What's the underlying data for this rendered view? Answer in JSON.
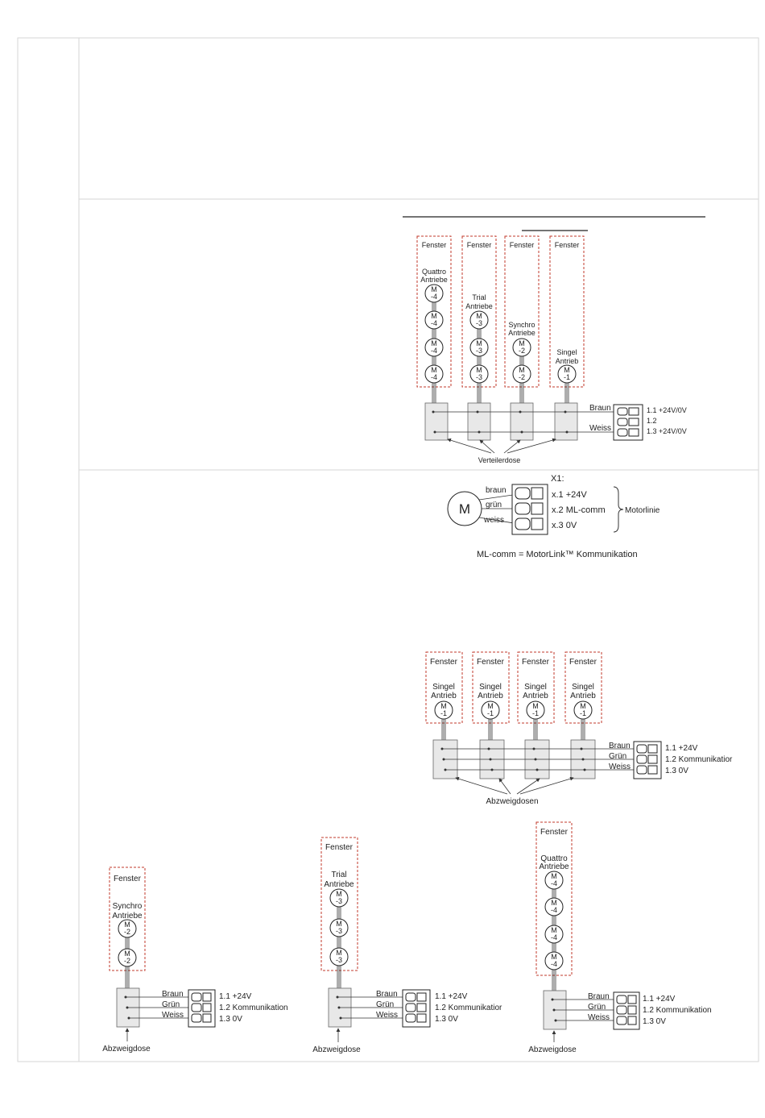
{
  "labels": {
    "fenster": "Fenster",
    "m": "M",
    "m4": "-4",
    "m3": "-3",
    "m2": "-2",
    "m1": "-1",
    "quattro1": "Quattro",
    "trial1": "Trial",
    "synchro1": "Synchro",
    "singel1": "Singel",
    "antriebe": "Antriebe",
    "antrieb": "Antrieb",
    "braun": "Braun",
    "gruen": "Grün",
    "weiss": "Weiss",
    "verteilerdose": "Verteilerdose",
    "abzweigdosen": "Abzweigdosen",
    "abzweigdose": "Abzweigdose",
    "t11_24v0v": "1.1  +24V/0V",
    "t12": "1.2",
    "t13_24v0v": "1.3  +24V/0V",
    "t11_24v": "1.1  +24V",
    "t12_komm": "1.2  Kommunikation",
    "t12_kommcut": "1.2  Kommunikatior",
    "t13_0v": "1.3  0V"
  },
  "connector": {
    "title": "X1:",
    "motor_label": "M",
    "wire_braun": "braun",
    "wire_gruen": "grün",
    "wire_weiss": "weiss",
    "pin1": "x.1  +24V",
    "pin2": "x.2  ML-comm",
    "pin3": "x.3  0V",
    "group": "Motorlinie",
    "legend": "ML-comm = MotorLink™ Kommunikation"
  },
  "colors": {
    "window_border": "#c0392b",
    "junction_box": "#e8e8e8",
    "grid_line": "#d6d6d6"
  }
}
